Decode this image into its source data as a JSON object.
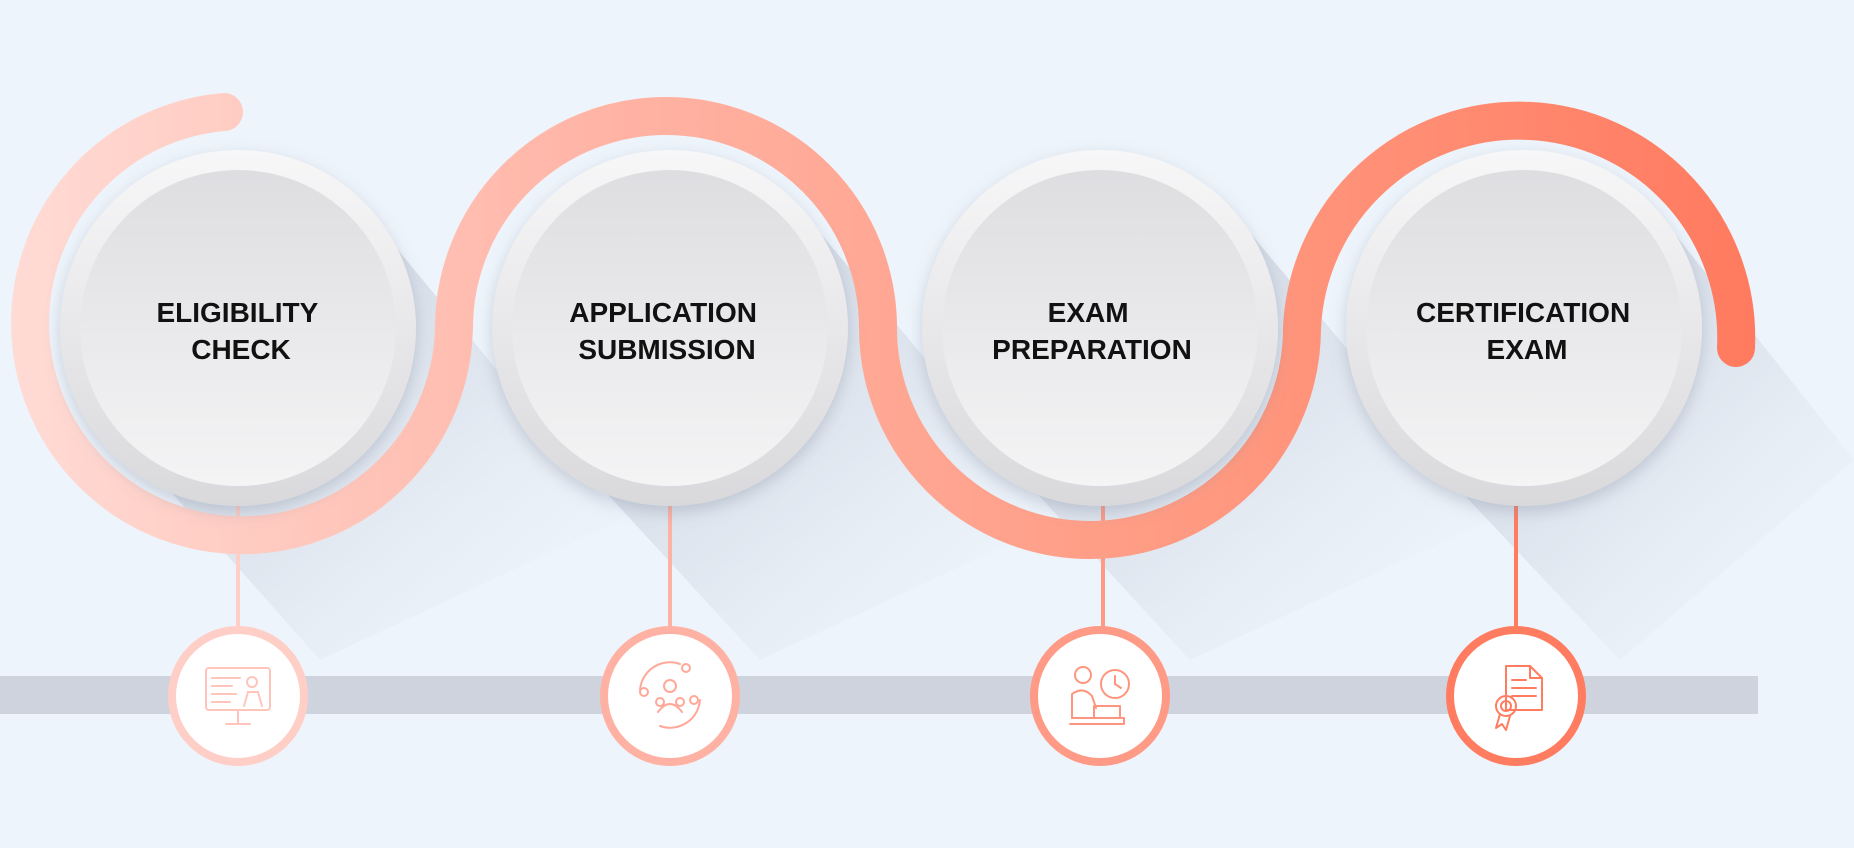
{
  "colors": {
    "background": "#eef4fb",
    "track": "#cfd3dd",
    "accent_light": "#ffd4cf",
    "accent_mid": "#ffa494",
    "accent_dark": "#ff7a60",
    "disc_face": "#ececee",
    "label_text": "#111111"
  },
  "steps": [
    {
      "title_line1": "ELIGIBILITY",
      "title_line2": "CHECK",
      "icon": "presentation-board-icon",
      "stroke_color": "#ffcec6"
    },
    {
      "title_line1": "APPLICATION",
      "title_line2": "SUBMISSION",
      "icon": "team-network-icon",
      "stroke_color": "#ffb1a4"
    },
    {
      "title_line1": "EXAM",
      "title_line2": "PREPARATION",
      "icon": "student-study-clock-icon",
      "stroke_color": "#ff9a86"
    },
    {
      "title_line1": "CERTIFICATION",
      "title_line2": "EXAM",
      "icon": "certificate-ribbon-icon",
      "stroke_color": "#ff7c61"
    }
  ]
}
